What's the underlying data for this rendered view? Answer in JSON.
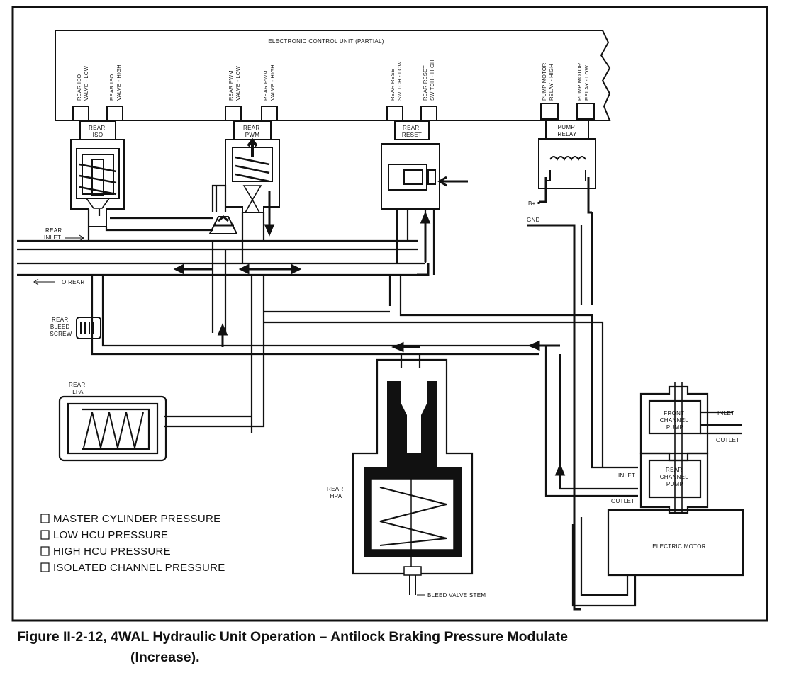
{
  "ecu": {
    "title": "ELECTRONIC CONTROL UNIT (PARTIAL)",
    "terminals": [
      "REAR ISO VALVE - LOW",
      "REAR ISO VALVE - HIGH",
      "REAR PWM VALVE - LOW",
      "REAR PWM VALVE - HIGH",
      "REAR RESET SWITCH - LOW",
      "REAR RESET SWITCH - HIGH",
      "PUMP MOTOR RELAY - HIGH",
      "PUMP MOTOR RELAY - LOW"
    ]
  },
  "components": {
    "rear_iso": [
      "REAR",
      "ISO"
    ],
    "rear_pwm": [
      "REAR",
      "PWM"
    ],
    "rear_reset": [
      "REAR",
      "RESET"
    ],
    "pump_relay": [
      "PUMP",
      "RELAY"
    ],
    "rear_bleed_screw": [
      "REAR",
      "BLEED",
      "SCREW"
    ],
    "rear_lpa": [
      "REAR",
      "LPA"
    ],
    "rear_hpa": [
      "REAR",
      "HPA"
    ],
    "front_channel_pump": [
      "FRONT",
      "CHANNEL",
      "PUMP"
    ],
    "rear_channel_pump": [
      "REAR",
      "CHANNEL",
      "PUMP"
    ],
    "electric_motor": "ELECTRIC MOTOR",
    "bleed_valve_stem": "BLEED VALVE STEM"
  },
  "ports": {
    "rear_inlet": [
      "REAR",
      "INLET"
    ],
    "to_rear": "TO REAR",
    "b_plus": "B+",
    "gnd": "GND",
    "front_inlet": "INLET",
    "front_outlet": "OUTLET",
    "rear_pump_inlet": "INLET",
    "rear_pump_outlet": "OUTLET"
  },
  "legend": [
    "MASTER CYLINDER PRESSURE",
    "LOW HCU PRESSURE",
    "HIGH HCU PRESSURE",
    "ISOLATED CHANNEL PRESSURE"
  ],
  "caption": {
    "line1": "Figure II-2-12, 4WAL Hydraulic Unit Operation – Antilock Braking Pressure Modulate",
    "line2": "(Increase)."
  }
}
